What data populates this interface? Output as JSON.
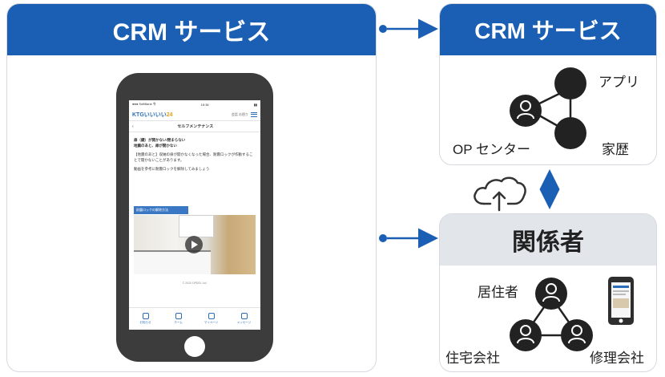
{
  "colors": {
    "brand_blue": "#1a5fb4",
    "header_gray": "#e2e5ea",
    "node_dark": "#222222"
  },
  "left_panel": {
    "title": "CRM サービス"
  },
  "right_top_panel": {
    "title": "CRM サービス",
    "nodes": {
      "app": "アプリ",
      "history": "家歴",
      "op_center": "OP センター"
    }
  },
  "right_bottom_panel": {
    "title": "関係者",
    "nodes": {
      "resident": "居住者",
      "housing_company": "住宅会社",
      "repair_company": "修理会社"
    }
  },
  "phone": {
    "status_left": "●●● SoftBank 令",
    "status_time": "16:36",
    "status_right": "▮▮",
    "logo_main": "KTGいいいい",
    "logo_accent": "24",
    "app_right": "会話  お困り",
    "nav_back": "‹",
    "nav_title": "セルフメンテナンス",
    "body_heading": "扉（鍵）が開かない/閉まらない",
    "body_heading2": "地震のあと、扉が開かない",
    "body_p1": "【地震のあと】収納の扉が開かなくなった場合、耐震ロックが作動することで開かないことがあります。",
    "body_p2": "動画を参考に耐震ロックを解除してみましょう",
    "video_label": "耐震ロックの解除方法",
    "copyright": "© 2020 OPDEL Ltd.",
    "tabs": [
      "お知らせ",
      "ホーム",
      "マイページ",
      "メッセージ"
    ]
  }
}
